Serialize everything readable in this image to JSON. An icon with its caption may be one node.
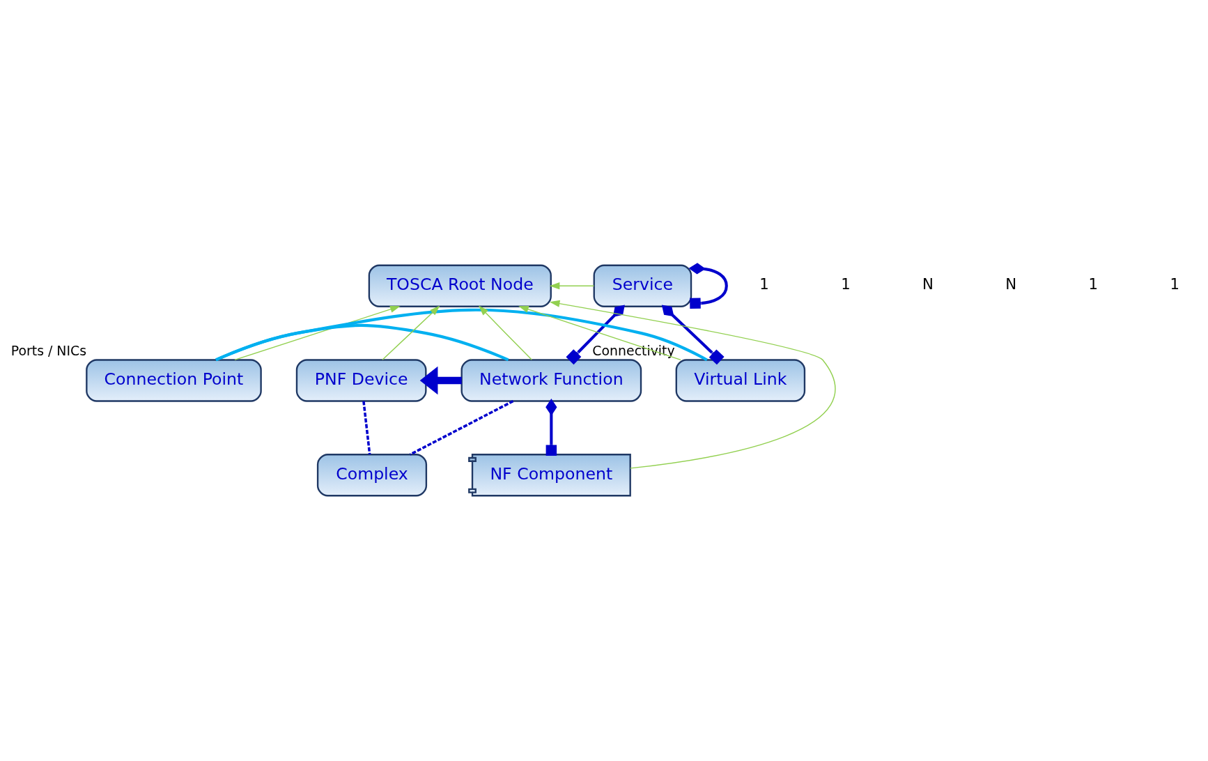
{
  "diagram": {
    "nodes": [
      {
        "text": [
          "TOSCA Root Node"
        ]
      },
      {
        "text": [
          "Service"
        ]
      },
      {
        "text": [
          "Connection Point"
        ],
        "beside": [
          "Ports / NICs"
        ]
      },
      {
        "text": [
          "PNF Device"
        ]
      },
      {
        "text": [
          "Network Function"
        ]
      },
      {
        "text": [
          "Virtual Link"
        ],
        "beside": [
          "Connectivity"
        ]
      },
      {
        "text": [
          "Complex"
        ]
      },
      {
        "text": [
          "NF Component"
        ]
      }
    ],
    "edges": [
      {
        "from": 1,
        "to": 0,
        "arrow": "to",
        "color": "#92d050"
      },
      {
        "from": 2,
        "to": 0,
        "arrow": "to",
        "color": "#92d050"
      },
      {
        "from": 3,
        "to": 0,
        "arrow": "to",
        "color": "#92d050"
      },
      {
        "from": 4,
        "to": 0,
        "arrow": "to",
        "color": "#92d050"
      },
      {
        "from": 5,
        "to": 0,
        "arrow": "to",
        "color": "#92d050"
      },
      {
        "from": 7,
        "to": 0,
        "arrow": "to",
        "color": "#92d050"
      },
      {
        "from": 1,
        "to": 1,
        "arrow": "other"
      },
      {
        "from": 1,
        "to": 4,
        "arrow": "other"
      },
      {
        "from": 1,
        "to": 5,
        "arrow": "other"
      },
      {
        "from": 4,
        "to": 3,
        "arrow": "to",
        "style": "thick"
      },
      {
        "from": 2,
        "to": 4,
        "arrow": "none",
        "color": "#00b0f0"
      },
      {
        "from": 2,
        "to": 5,
        "arrow": "none",
        "color": "#00b0f0"
      },
      {
        "from": 3,
        "to": 6,
        "arrow": "none",
        "style": "dashed"
      },
      {
        "from": 4,
        "to": 6,
        "arrow": "none",
        "style": "dashed"
      },
      {
        "from": 4,
        "to": 7,
        "arrow": "other"
      }
    ],
    "labels": [
      "1",
      "1",
      "N",
      "N",
      "1",
      "1"
    ]
  }
}
